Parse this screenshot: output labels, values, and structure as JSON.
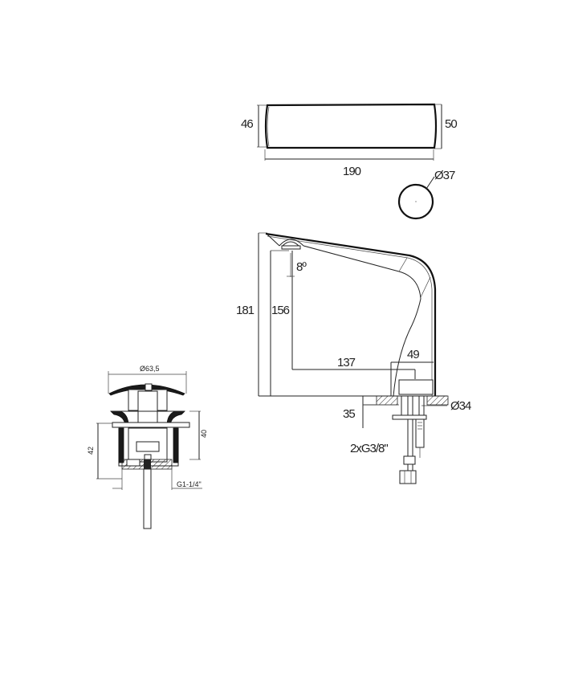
{
  "top_view": {
    "dim_height_left": "46",
    "dim_height_right": "50",
    "dim_length": "190"
  },
  "base_view": {
    "diameter_label": "Ø37"
  },
  "side_view": {
    "angle_label": "8º",
    "dim_total_height": "181",
    "dim_spout_height": "156",
    "dim_reach": "137",
    "dim_body_depth": "49",
    "dim_hole_diameter": "Ø34",
    "dim_max_deck_thickness": "35",
    "connections_label": "2xG3/8\""
  },
  "drain_view": {
    "dim_cap_diameter": "Ø63,5",
    "dim_body_height": "40",
    "dim_total_height": "42",
    "thread_label": "G1-1/4\""
  },
  "colors": {
    "line": "#222222",
    "background": "#ffffff"
  }
}
